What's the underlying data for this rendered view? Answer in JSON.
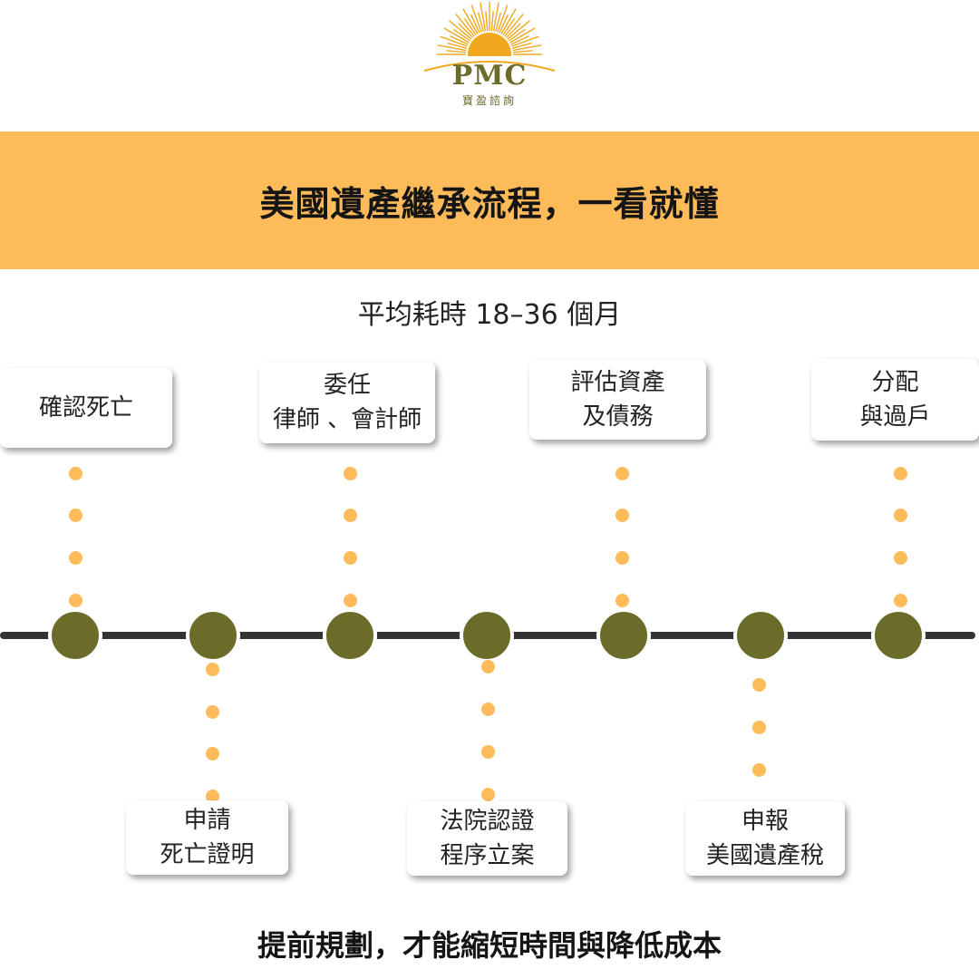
{
  "logo": {
    "brand": "PMC",
    "subtitle": "寶盈諮詢",
    "accent_color": "#f0a81e",
    "text_color": "#6b6b2a"
  },
  "banner": {
    "title": "美國遺產繼承流程，一看就懂",
    "background": "#fdbb59"
  },
  "subtitle": "平均耗時 18–36 個月",
  "timeline": {
    "line_color": "#333333",
    "node_color": "#6b6b2a",
    "dot_color": "#fdbb59",
    "steps": [
      {
        "label": "確認死亡",
        "position": "above"
      },
      {
        "label": "申請\n死亡證明",
        "position": "below"
      },
      {
        "label": "委任\n律師 、會計師",
        "position": "above"
      },
      {
        "label": "法院認證\n程序立案",
        "position": "below"
      },
      {
        "label": "評估資產\n及債務",
        "position": "above"
      },
      {
        "label": "申報\n美國遺產稅",
        "position": "below"
      },
      {
        "label": "分配\n與過戶",
        "position": "above"
      }
    ]
  },
  "footer": "提前規劃，才能縮短時間與降低成本"
}
